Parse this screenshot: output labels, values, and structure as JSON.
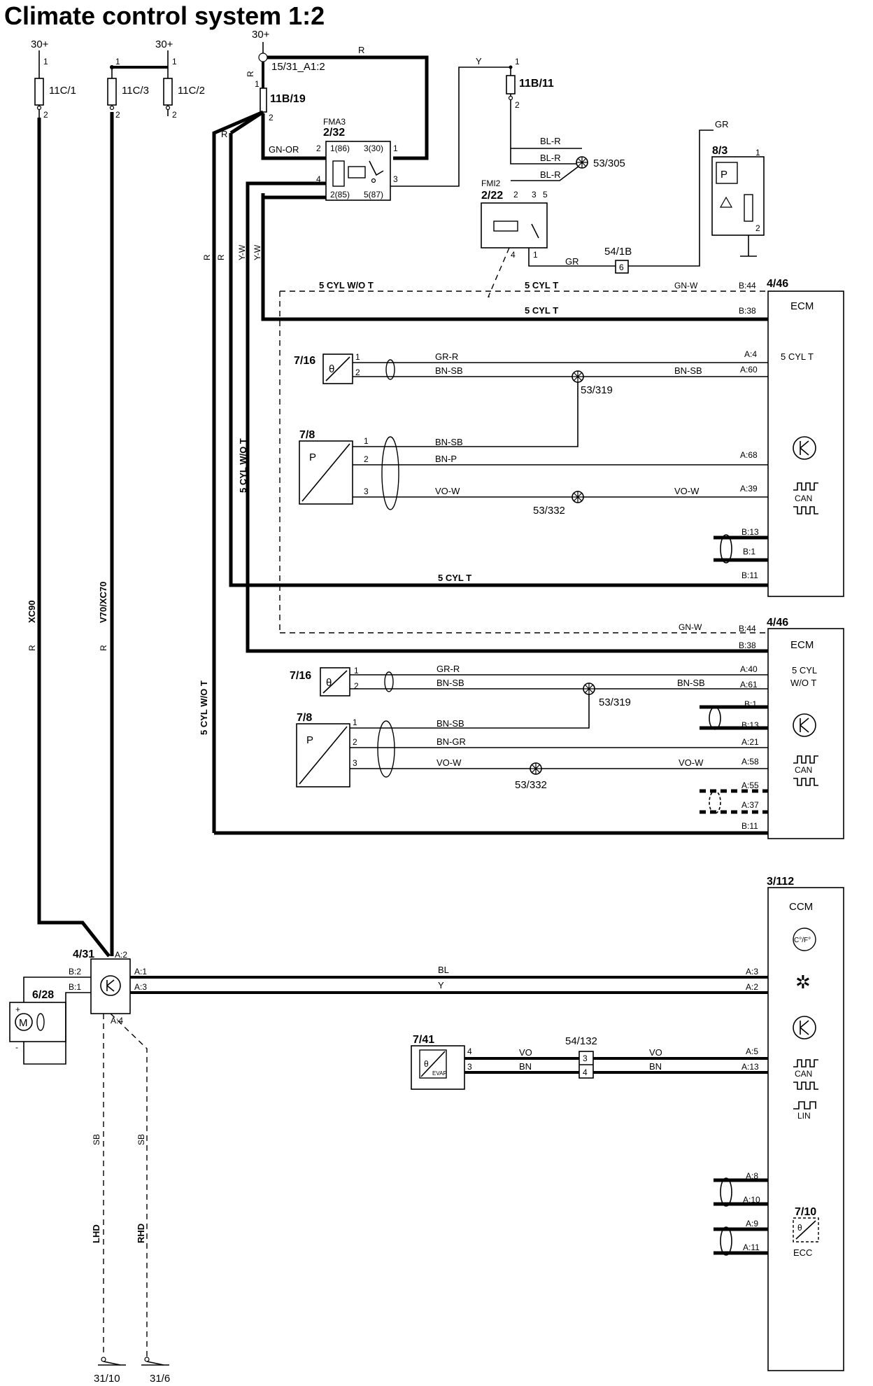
{
  "title": "Climate control system 1:2",
  "supply": {
    "left1": "30+",
    "left2": "30+",
    "mid": "30+"
  },
  "fuses": {
    "f1": {
      "name": "11C/1",
      "pin_top": "1",
      "pin_bot": "2"
    },
    "f2": {
      "name": "11C/3",
      "pin_top": "1",
      "pin_bot": "2"
    },
    "f3": {
      "name": "11C/2",
      "pin_top": "1",
      "pin_bot": "2"
    },
    "f4": {
      "name": "11B/19",
      "pin_top": "1",
      "pin_bot": "2"
    },
    "f5": {
      "name": "11B/11",
      "pin_top": "1",
      "pin_bot": "2"
    }
  },
  "labels": {
    "node_15_31": "15/31_A1:2",
    "wire_R": "R",
    "wire_Y": "Y",
    "wire_GR": "GR",
    "wire_GN_OR": "GN-OR",
    "wire_YW": "Y-W",
    "wire_BLR": "BL-R",
    "xc90": "XC90",
    "v70xc70": "V70/XC70",
    "cyl_wot": "5 CYL W/O T",
    "cyl_t": "5 CYL T",
    "sb": "SB",
    "lhd": "LHD",
    "rhd": "RHD"
  },
  "relay_fma3": {
    "name": "FMA3",
    "id": "2/32",
    "p1": "1(86)",
    "p3": "3(30)",
    "p2": "2(85)",
    "p5": "5(87)",
    "n2": "2",
    "n1": "1",
    "n4": "4",
    "n3": "3"
  },
  "relay_fmi2": {
    "name": "FMI2",
    "id": "2/22",
    "n2": "2",
    "n3": "3",
    "n5": "5",
    "n4": "4",
    "n1": "1"
  },
  "splices": {
    "s305": "53/305",
    "s319": "53/319",
    "s332": "53/332",
    "c54_1b": "54/1B",
    "c54_1b_pin": "6",
    "c54_132": "54/132",
    "c54_132_p3": "3",
    "c54_132_p4": "4"
  },
  "sensor_8_3": {
    "id": "8/3",
    "p1": "1",
    "p2": "2",
    "p": "P"
  },
  "ecm1": {
    "id": "4/46",
    "name": "ECM",
    "variant": "5 CYL T",
    "pins": [
      "B:44",
      "B:38",
      "A:4",
      "A:60",
      "A:68",
      "A:39",
      "B:13",
      "B:1",
      "B:11"
    ],
    "wires": {
      "gnw": "GN-W",
      "grr": "GR-R",
      "bnsb": "BN-SB",
      "bnsb2": "BN-SB",
      "bnp": "BN-P",
      "vow": "VO-W",
      "vow2": "VO-W",
      "bnsb3": "BN-SB"
    },
    "can": "CAN"
  },
  "ecm2": {
    "id": "4/46",
    "name": "ECM",
    "variant1": "5 CYL",
    "variant2": "W/O T",
    "pins": [
      "B:44",
      "B:38",
      "A:40",
      "A:61",
      "B:1",
      "B:13",
      "A:21",
      "A:58",
      "A:55",
      "A:37",
      "B:11"
    ],
    "wires": {
      "gnw": "GN-W",
      "grr": "GR-R",
      "bnsb": "BN-SB",
      "bnsb2": "BN-SB",
      "bnsb3": "BN-SB",
      "bngr": "BN-GR",
      "vow": "VO-W",
      "vow2": "VO-W"
    },
    "can": "CAN"
  },
  "sensor_7_16": {
    "id": "7/16",
    "p1": "1",
    "p2": "2"
  },
  "sensor_7_8": {
    "id": "7/8",
    "p": "P",
    "p1": "1",
    "p2": "2",
    "p3": "3"
  },
  "ccm": {
    "id": "3/112",
    "name": "CCM",
    "temp": "C°/F°",
    "can": "CAN",
    "lin": "LIN",
    "pins": [
      "A:3",
      "A:2",
      "A:5",
      "A:13",
      "A:8",
      "A:10",
      "A:9",
      "A:11"
    ],
    "sub_id": "7/10",
    "sub_name": "ECC"
  },
  "fan_ctrl": {
    "id": "4/31",
    "a2": "A:2",
    "a1": "A:1",
    "a3": "A:3",
    "a4": "A:4",
    "b2": "B:2",
    "b1": "B:1"
  },
  "fan_motor": {
    "id": "6/28",
    "plus": "+",
    "minus": "-",
    "m": "M"
  },
  "wires_ccm": {
    "bl": "BL",
    "y": "Y",
    "vo": "VO",
    "bn": "BN",
    "vo2": "VO",
    "bn2": "BN"
  },
  "evap": {
    "id": "7/41",
    "p4": "4",
    "p3": "3",
    "sub": "EVAP"
  },
  "grounds": {
    "g1": "31/10",
    "g2": "31/6"
  }
}
